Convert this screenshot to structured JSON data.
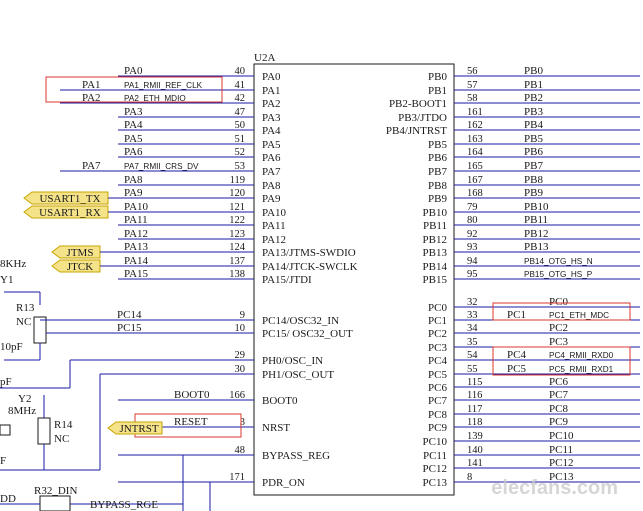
{
  "component": {
    "ref": "U2A",
    "left_pins": [
      {
        "num": "40",
        "name": "PA0",
        "net": "PA0",
        "ext": ""
      },
      {
        "num": "41",
        "name": "PA1",
        "net": "PA1_RMII_REF_CLK",
        "ext": "PA1"
      },
      {
        "num": "42",
        "name": "PA2",
        "net": "PA2_ETH_MDIO",
        "ext": "PA2"
      },
      {
        "num": "47",
        "name": "PA3",
        "net": "PA3",
        "ext": ""
      },
      {
        "num": "50",
        "name": "PA4",
        "net": "PA4",
        "ext": ""
      },
      {
        "num": "51",
        "name": "PA5",
        "net": "PA5",
        "ext": ""
      },
      {
        "num": "52",
        "name": "PA6",
        "net": "PA6",
        "ext": ""
      },
      {
        "num": "53",
        "name": "PA7",
        "net": "PA7_RMII_CRS_DV",
        "ext": "PA7"
      },
      {
        "num": "119",
        "name": "PA8",
        "net": "PA8",
        "ext": ""
      },
      {
        "num": "120",
        "name": "PA9",
        "net": "PA9",
        "ext": ""
      },
      {
        "num": "121",
        "name": "PA10",
        "net": "PA10",
        "ext": ""
      },
      {
        "num": "122",
        "name": "PA11",
        "net": "PA11",
        "ext": ""
      },
      {
        "num": "123",
        "name": "PA12",
        "net": "PA12",
        "ext": ""
      },
      {
        "num": "124",
        "name": "PA13/JTMS-SWDIO",
        "net": "PA13",
        "ext": ""
      },
      {
        "num": "137",
        "name": "PA14/JTCK-SWCLK",
        "net": "PA14",
        "ext": ""
      },
      {
        "num": "138",
        "name": "PA15/JTDI",
        "net": "PA15",
        "ext": ""
      },
      {
        "num": "9",
        "name": "PC14/OSC32_IN",
        "net": "PC14",
        "ext": ""
      },
      {
        "num": "10",
        "name": "PC15/  OSC32_OUT",
        "net": "PC15",
        "ext": ""
      },
      {
        "num": "29",
        "name": "PH0/OSC_IN",
        "net": "",
        "ext": ""
      },
      {
        "num": "30",
        "name": "PH1/OSC_OUT",
        "net": "",
        "ext": ""
      },
      {
        "num": "166",
        "name": "BOOT0",
        "net": "BOOT0",
        "ext": ""
      },
      {
        "num": "3",
        "name": "NRST",
        "net": "RESET",
        "ext": ""
      },
      {
        "num": "48",
        "name": "BYPASS_REG",
        "net": "",
        "ext": ""
      },
      {
        "num": "171",
        "name": "PDR_ON",
        "net": "",
        "ext": ""
      }
    ],
    "right_pins": [
      {
        "num": "56",
        "name": "PB0",
        "net": "PB0",
        "ext": ""
      },
      {
        "num": "57",
        "name": "PB1",
        "net": "PB1",
        "ext": ""
      },
      {
        "num": "58",
        "name": "PB2-BOOT1",
        "net": "PB2",
        "ext": ""
      },
      {
        "num": "161",
        "name": "PB3/JTDO",
        "net": "PB3",
        "ext": ""
      },
      {
        "num": "162",
        "name": "PB4/JNTRST",
        "net": "PB4",
        "ext": ""
      },
      {
        "num": "163",
        "name": "PB5",
        "net": "PB5",
        "ext": ""
      },
      {
        "num": "164",
        "name": "PB6",
        "net": "PB6",
        "ext": ""
      },
      {
        "num": "165",
        "name": "PB7",
        "net": "PB7",
        "ext": ""
      },
      {
        "num": "167",
        "name": "PB8",
        "net": "PB8",
        "ext": ""
      },
      {
        "num": "168",
        "name": "PB9",
        "net": "PB9",
        "ext": ""
      },
      {
        "num": "79",
        "name": "PB10",
        "net": "PB10",
        "ext": ""
      },
      {
        "num": "80",
        "name": "PB11",
        "net": "PB11",
        "ext": ""
      },
      {
        "num": "92",
        "name": "PB12",
        "net": "PB12",
        "ext": ""
      },
      {
        "num": "93",
        "name": "PB13",
        "net": "PB13",
        "ext": ""
      },
      {
        "num": "94",
        "name": "PB14",
        "net": "PB14_OTG_HS_N",
        "ext": ""
      },
      {
        "num": "95",
        "name": "PB15",
        "net": "PB15_OTG_HS_P",
        "ext": ""
      },
      {
        "num": "32",
        "name": "PC0",
        "net": "PC0",
        "ext": ""
      },
      {
        "num": "33",
        "name": "PC1",
        "net": "PC1_ETH_MDC",
        "ext": "PC1"
      },
      {
        "num": "34",
        "name": "PC2",
        "net": "PC2",
        "ext": ""
      },
      {
        "num": "35",
        "name": "PC3",
        "net": "PC3",
        "ext": ""
      },
      {
        "num": "54",
        "name": "PC4",
        "net": "PC4_RMII_RXD0",
        "ext": "PC4"
      },
      {
        "num": "55",
        "name": "PC5",
        "net": "PC5_RMII_RXD1",
        "ext": "PC5"
      },
      {
        "num": "115",
        "name": "PC6",
        "net": "PC6",
        "ext": ""
      },
      {
        "num": "116",
        "name": "PC7",
        "net": "PC7",
        "ext": ""
      },
      {
        "num": "117",
        "name": "PC8",
        "net": "PC8",
        "ext": ""
      },
      {
        "num": "118",
        "name": "PC9",
        "net": "PC9",
        "ext": ""
      },
      {
        "num": "139",
        "name": "PC10",
        "net": "PC10",
        "ext": ""
      },
      {
        "num": "140",
        "name": "PC11",
        "net": "PC11",
        "ext": ""
      },
      {
        "num": "141",
        "name": "PC12",
        "net": "PC12",
        "ext": ""
      },
      {
        "num": "8",
        "name": "PC13",
        "net": "PC13",
        "ext": ""
      }
    ]
  },
  "ports": {
    "usart1_tx": "USART1_TX",
    "usart1_rx": "USART1_RX",
    "jtms": "JTMS",
    "jtck": "JTCK",
    "jntrst": "JNTRST"
  },
  "crystal32": {
    "freq_partial": "8KHz",
    "ref_partial": "Y1",
    "r_ref": "R13",
    "r_val": "NC",
    "cap_partial": "10pF"
  },
  "crystal8m": {
    "ref": "Y2",
    "freq": "8MHz",
    "r_ref": "R14",
    "r_val": "NC",
    "cap_partial_top": "pF",
    "cap_partial_bot": "F"
  },
  "bottom": {
    "r32": "R32_DIN",
    "bypass_net": "BYPASS_RGE",
    "vdd_partial": "DD"
  },
  "watermark": "elecfans.com",
  "colors": {
    "wire": "#1a1aa6",
    "text": "#1a1a1a",
    "pin_text": "#8b1a1a",
    "box": "#d9372e",
    "port_fill": "#f5e38a",
    "port_stroke": "#c8a600"
  }
}
